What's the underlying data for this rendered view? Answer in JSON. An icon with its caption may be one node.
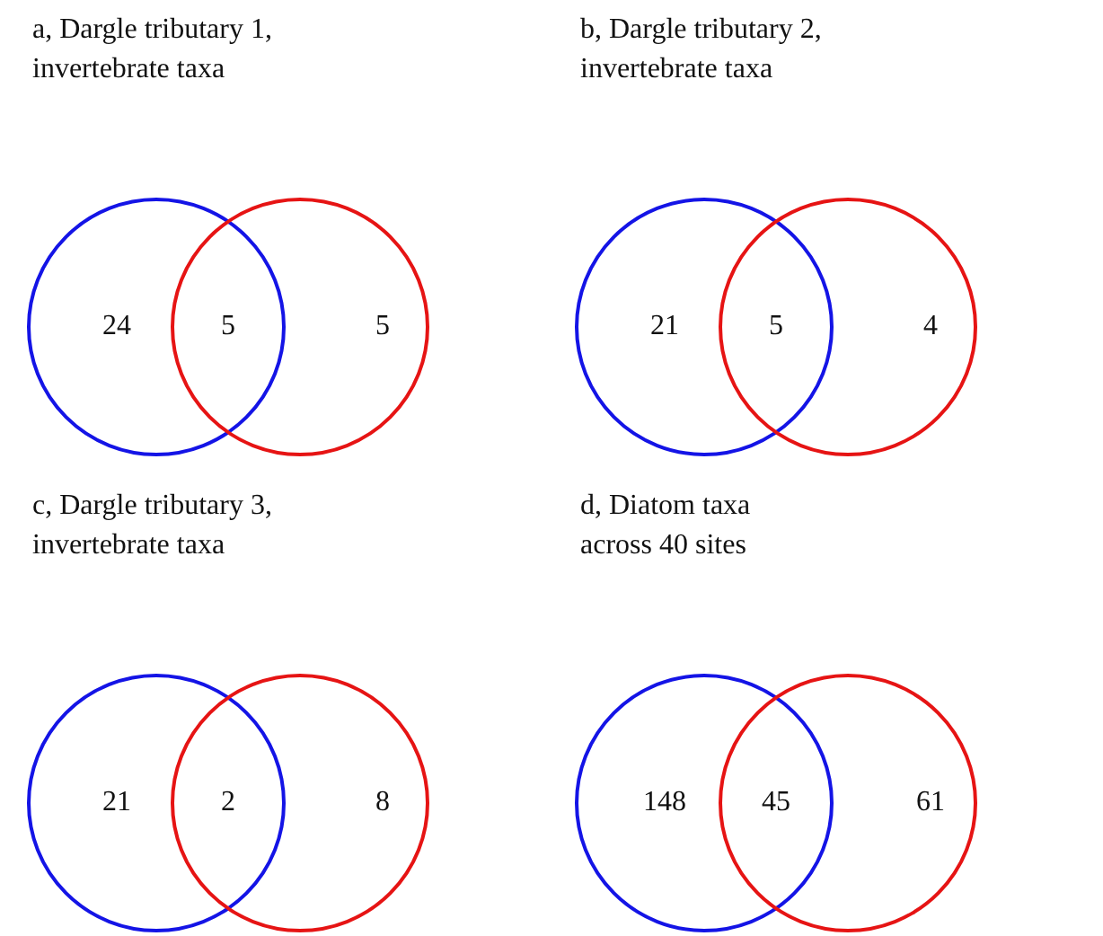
{
  "diagram": {
    "nodes": [
      {
        "text": [
          "24"
        ]
      },
      {
        "text": [
          "5"
        ]
      },
      {
        "text": [
          "21"
        ]
      },
      {
        "text": [
          "4"
        ]
      },
      {
        "text": [
          "21"
        ]
      },
      {
        "text": [
          "8"
        ]
      },
      {
        "text": [
          "148"
        ]
      },
      {
        "text": [
          "61"
        ]
      }
    ],
    "labels": [
      "a, Dargle tributary 1, invertebrate taxa",
      "b, Dargle tributary 2, invertebrate taxa",
      "5",
      "5",
      "c, Dargle tributary 3, invertebrate taxa",
      "d, Diatom taxa across 40 sites",
      "2",
      "45"
    ]
  }
}
